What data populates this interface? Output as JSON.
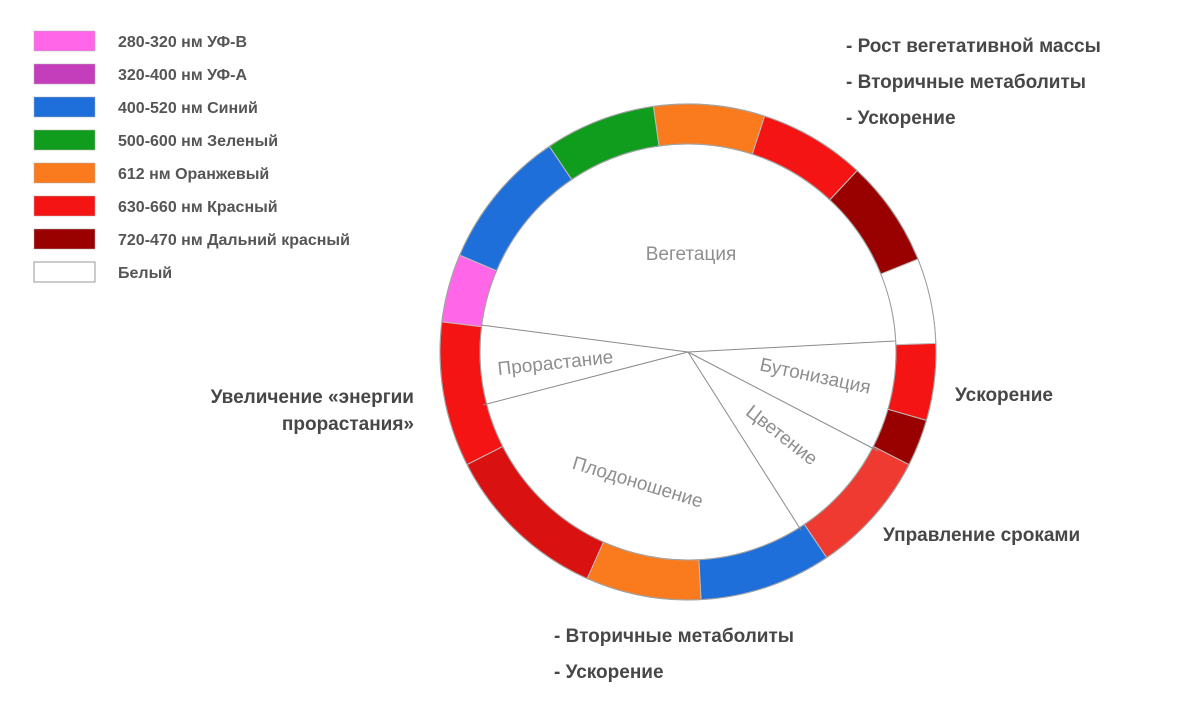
{
  "legend": [
    {
      "label": "280-320 нм УФ-В",
      "color": "#FF66E8"
    },
    {
      "label": "320-400 нм УФ-А",
      "color": "#C43EBB"
    },
    {
      "label": "400-520 нм Синий",
      "color": "#1E6FD9"
    },
    {
      "label": "500-600 нм Зеленый",
      "color": "#109C1C"
    },
    {
      "label": "612 нм Оранжевый",
      "color": "#F97B1E"
    },
    {
      "label": "630-660 нм Красный",
      "color": "#F51414"
    },
    {
      "label": "720-470 нм Дальний красный",
      "color": "#990000"
    },
    {
      "label": "Белый",
      "color": "#FFFFFF"
    }
  ],
  "phases": {
    "vegetation": "Вегетация",
    "germination": "Прорастание",
    "budding": "Бутонизация",
    "flowering": "Цветение",
    "fruiting": "Плодоношение"
  },
  "notes": {
    "top_right": [
      "- Рост вегетативной массы",
      "- Вторичные метаболиты",
      "- Ускорение"
    ],
    "right_budding": "Ускорение",
    "right_fruiting": "Управление сроками",
    "left_germination": [
      "Увеличение «энергии",
      "прорастания»"
    ],
    "bottom": [
      "- Вторичные метаболиты",
      "- Ускорение"
    ]
  },
  "ring_colors": {
    "pink": "#FF66E8",
    "blue": "#1E6FD9",
    "green": "#109C1C",
    "orange": "#F97B1E",
    "red": "#F51414",
    "dark_red": "#990000",
    "white": "#FFFFFF",
    "crimson": "#DA1111",
    "tomato": "#EF3A32"
  }
}
